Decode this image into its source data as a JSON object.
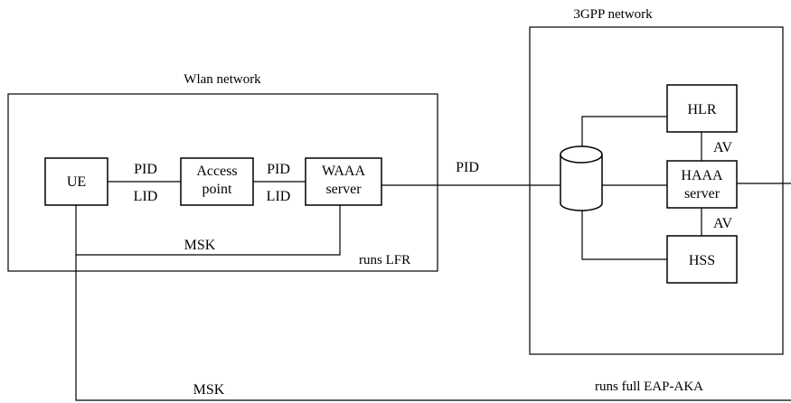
{
  "wlan": {
    "title": "Wlan network",
    "mode": "runs LFR",
    "ue": "UE",
    "access_point": [
      "Access",
      "point"
    ],
    "waaa": [
      "WAAA",
      "server"
    ],
    "pid_left": "PID",
    "lid_left": "LID",
    "pid_right": "PID",
    "lid_right": "LID",
    "msk": "MSK"
  },
  "link": {
    "pid": "PID",
    "msk_bottom": "MSK"
  },
  "gpp": {
    "title": "3GPP network",
    "mode": "runs full EAP-AKA",
    "hlr": "HLR",
    "haaa": [
      "HAAA",
      "server"
    ],
    "hss": "HSS",
    "av_top": "AV",
    "av_bottom": "AV"
  }
}
